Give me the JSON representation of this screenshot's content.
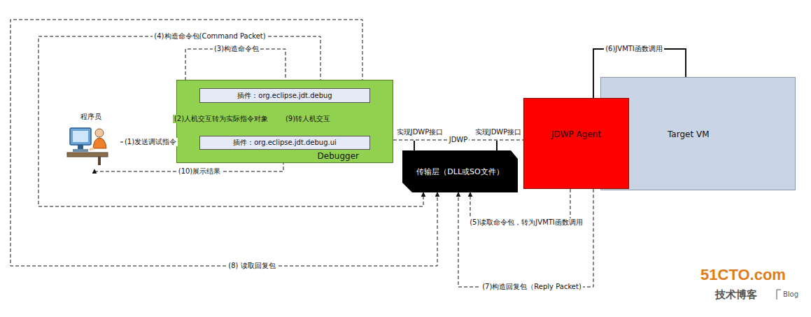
{
  "diagram": {
    "nodes": [
      {
        "text": [
          "程序员"
        ]
      },
      {
        "text": [
          "Debugger"
        ]
      },
      {
        "text": [
          "插件：org.eclipse.jdt.debug"
        ],
        "in": 1
      },
      {
        "text": [
          "插件：org.eclipse.jdt.debug.ui"
        ],
        "in": 1
      },
      {
        "text": [
          "传输层（DLL或SO文件）"
        ]
      },
      {
        "text": [
          "JDWP Agent"
        ]
      },
      {
        "text": [
          "Target VM"
        ]
      }
    ],
    "edges": [
      {
        "from": 0,
        "to": 3,
        "label": "(1)发送调试指令",
        "arrow": "to"
      },
      {
        "from": 3,
        "to": 2,
        "label": "(2)人机交互转为实际指令对象",
        "arrow": "to"
      },
      {
        "from": 2,
        "to": 2,
        "label": "(3)构造命令包",
        "arrow": "to"
      },
      {
        "from": 2,
        "to": 4,
        "label": "(4)构造命令包(Command Packet)",
        "arrow": "to"
      },
      {
        "from": 5,
        "to": 4,
        "label": "(5)读取命令包，转为JVMTI函数调用",
        "arrow": "to"
      },
      {
        "from": 5,
        "to": 6,
        "label": "(6)JVMTI函数调用",
        "arrow": "none"
      },
      {
        "from": 5,
        "to": 4,
        "label": "(7)构造回复包（Reply Packet)",
        "arrow": "to"
      },
      {
        "from": 2,
        "to": 4,
        "label": "(8) 读取回复包",
        "arrow": "to"
      },
      {
        "from": 2,
        "to": 3,
        "label": "(9)转人机交互",
        "arrow": "to"
      },
      {
        "from": 3,
        "to": 0,
        "label": "(10)展示结果",
        "arrow": "to"
      },
      {
        "from": 1,
        "to": 5,
        "label": "JDWP",
        "arrow": "none"
      }
    ],
    "labels": [
      "实现JDWP接口",
      "实现JDWP接口",
      "51CTO.com",
      "技术博客",
      "Blog"
    ]
  }
}
